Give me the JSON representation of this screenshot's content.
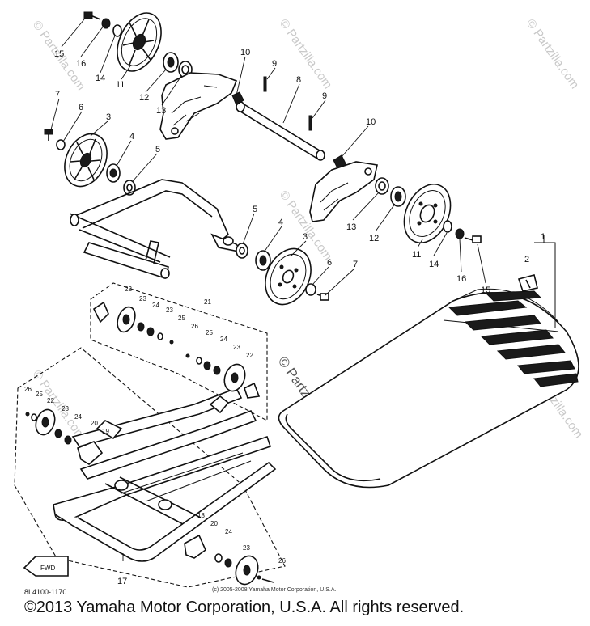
{
  "watermarks": [
    "© Partzilla.com",
    "© Partzilla.com",
    "© Partzilla.com",
    "© Partzilla.com",
    "© Partzilla.com",
    "© Partzilla.com",
    "© Partzilla.com"
  ],
  "callouts": [
    {
      "id": "c1",
      "text": "15"
    },
    {
      "id": "c2",
      "text": "16"
    },
    {
      "id": "c3",
      "text": "14"
    },
    {
      "id": "c4",
      "text": "11"
    },
    {
      "id": "c5",
      "text": "12"
    },
    {
      "id": "c6",
      "text": "13"
    },
    {
      "id": "c7",
      "text": "10"
    },
    {
      "id": "c8",
      "text": "9"
    },
    {
      "id": "c9",
      "text": "8"
    },
    {
      "id": "c10",
      "text": "9"
    },
    {
      "id": "c11",
      "text": "10"
    },
    {
      "id": "c12",
      "text": "7"
    },
    {
      "id": "c13",
      "text": "6"
    },
    {
      "id": "c14",
      "text": "3"
    },
    {
      "id": "c15",
      "text": "4"
    },
    {
      "id": "c16",
      "text": "5"
    },
    {
      "id": "c17",
      "text": "13"
    },
    {
      "id": "c18",
      "text": "12"
    },
    {
      "id": "c19",
      "text": "11"
    },
    {
      "id": "c20",
      "text": "14"
    },
    {
      "id": "c21",
      "text": "16"
    },
    {
      "id": "c22",
      "text": "15"
    },
    {
      "id": "c23",
      "text": "1"
    },
    {
      "id": "c24",
      "text": "2"
    },
    {
      "id": "c25",
      "text": "5"
    },
    {
      "id": "c26",
      "text": "4"
    },
    {
      "id": "c27",
      "text": "3"
    },
    {
      "id": "c28",
      "text": "6"
    },
    {
      "id": "c29",
      "text": "7"
    },
    {
      "id": "c30",
      "text": "17"
    }
  ],
  "small_callouts": [
    {
      "id": "s1",
      "text": "22"
    },
    {
      "id": "s2",
      "text": "23"
    },
    {
      "id": "s3",
      "text": "24"
    },
    {
      "id": "s4",
      "text": "23"
    },
    {
      "id": "s5",
      "text": "25"
    },
    {
      "id": "s6",
      "text": "21"
    },
    {
      "id": "s7",
      "text": "26"
    },
    {
      "id": "s8",
      "text": "25"
    },
    {
      "id": "s9",
      "text": "24"
    },
    {
      "id": "s10",
      "text": "23"
    },
    {
      "id": "s11",
      "text": "22"
    },
    {
      "id": "s12",
      "text": "26"
    },
    {
      "id": "s13",
      "text": "25"
    },
    {
      "id": "s14",
      "text": "22"
    },
    {
      "id": "s15",
      "text": "23"
    },
    {
      "id": "s16",
      "text": "24"
    },
    {
      "id": "s17",
      "text": "20"
    },
    {
      "id": "s18",
      "text": "19"
    },
    {
      "id": "s19",
      "text": "18"
    },
    {
      "id": "s20",
      "text": "20"
    },
    {
      "id": "s21",
      "text": "24"
    },
    {
      "id": "s22",
      "text": "23"
    },
    {
      "id": "s23",
      "text": "26"
    }
  ],
  "fwd_label": "FWD",
  "drawing_code": "8L4100-1170",
  "small_copyright": "(c) 2005-2008 Yamaha Motor Corporation, U.S.A.",
  "copyright": "©2013 Yamaha Motor Corporation, U.S.A. All rights reserved."
}
